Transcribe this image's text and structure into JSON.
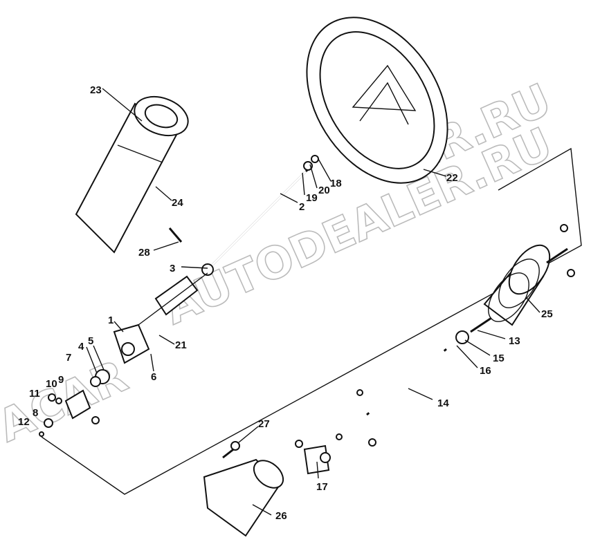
{
  "watermark": {
    "main": "AUTODEALER.RU",
    "prefix": "ACAR",
    "corner": "ER.RU"
  },
  "labels": [
    {
      "id": "l1",
      "text": "1"
    },
    {
      "id": "l2",
      "text": "2"
    },
    {
      "id": "l3",
      "text": "3"
    },
    {
      "id": "l4",
      "text": "4"
    },
    {
      "id": "l5",
      "text": "5"
    },
    {
      "id": "l6",
      "text": "6"
    },
    {
      "id": "l7",
      "text": "7"
    },
    {
      "id": "l8",
      "text": "8"
    },
    {
      "id": "l9",
      "text": "9"
    },
    {
      "id": "l10",
      "text": "10"
    },
    {
      "id": "l11",
      "text": "11"
    },
    {
      "id": "l12",
      "text": "12"
    },
    {
      "id": "l13",
      "text": "13"
    },
    {
      "id": "l14",
      "text": "14"
    },
    {
      "id": "l15",
      "text": "15"
    },
    {
      "id": "l16",
      "text": "16"
    },
    {
      "id": "l17",
      "text": "17"
    },
    {
      "id": "l18",
      "text": "18"
    },
    {
      "id": "l19",
      "text": "19"
    },
    {
      "id": "l20",
      "text": "20"
    },
    {
      "id": "l21",
      "text": "21"
    },
    {
      "id": "l22",
      "text": "22"
    },
    {
      "id": "l23",
      "text": "23"
    },
    {
      "id": "l24",
      "text": "24"
    },
    {
      "id": "l25",
      "text": "25"
    },
    {
      "id": "l26",
      "text": "26"
    },
    {
      "id": "l27",
      "text": "27"
    },
    {
      "id": "l28",
      "text": "28"
    }
  ]
}
